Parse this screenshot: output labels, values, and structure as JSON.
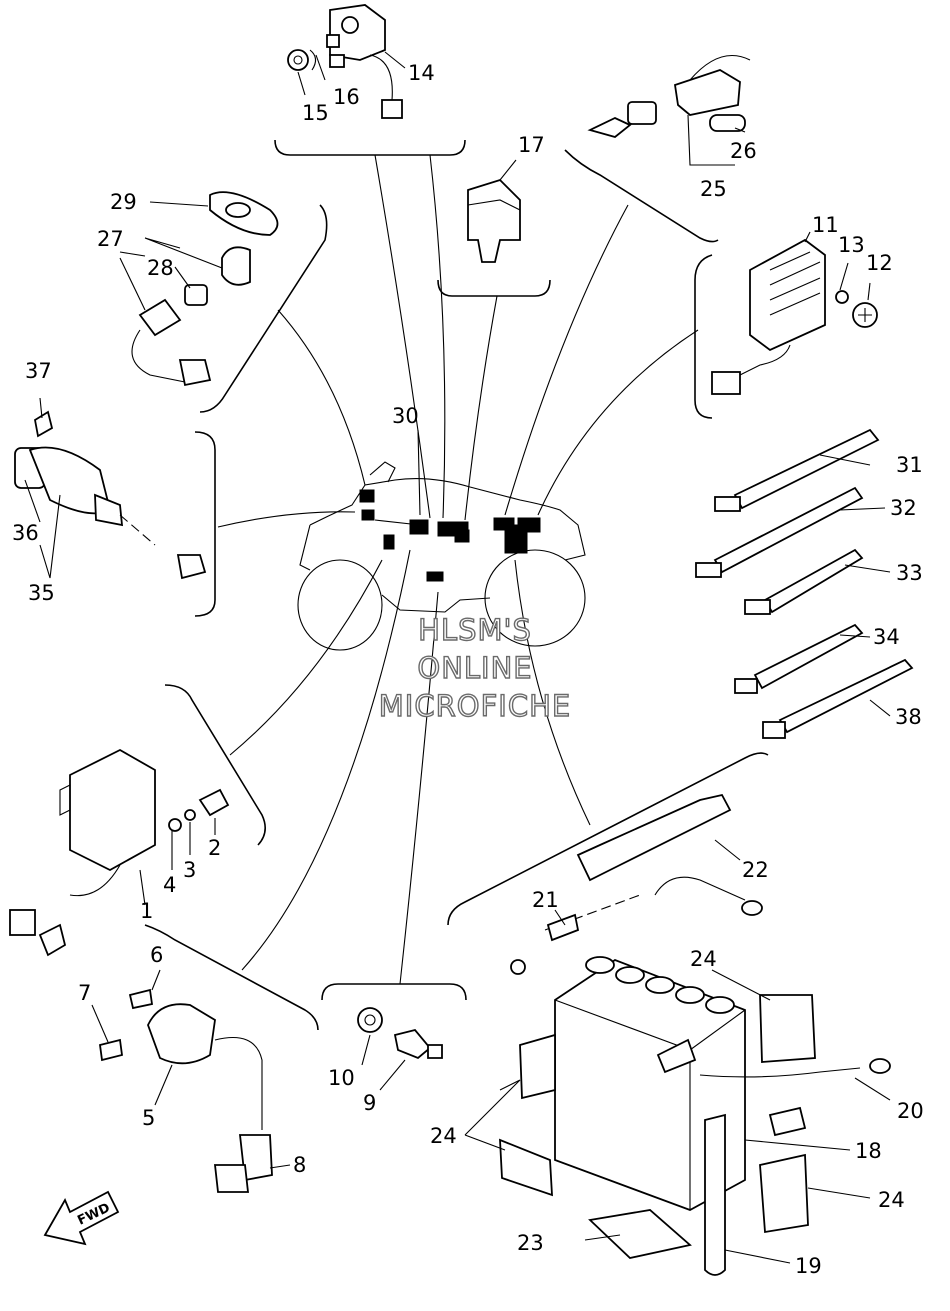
{
  "watermark": [
    "HLSM'S",
    "ONLINE",
    "MICROFICHE"
  ],
  "fwd_label": "FWD",
  "labels": {
    "1": "1",
    "2": "2",
    "3": "3",
    "4": "4",
    "5": "5",
    "6": "6",
    "7": "7",
    "8": "8",
    "9": "9",
    "10": "10",
    "11": "11",
    "12": "12",
    "13": "13",
    "14": "14",
    "15": "15",
    "16": "16",
    "17": "17",
    "18": "18",
    "19": "19",
    "20": "20",
    "21": "21",
    "22": "22",
    "23": "23",
    "24": "24",
    "25": "25",
    "26": "26",
    "27": "27",
    "28": "28",
    "29": "29",
    "30": "30",
    "31": "31",
    "32": "32",
    "33": "33",
    "34": "34",
    "35": "35",
    "36": "36",
    "37": "37",
    "38": "38"
  }
}
